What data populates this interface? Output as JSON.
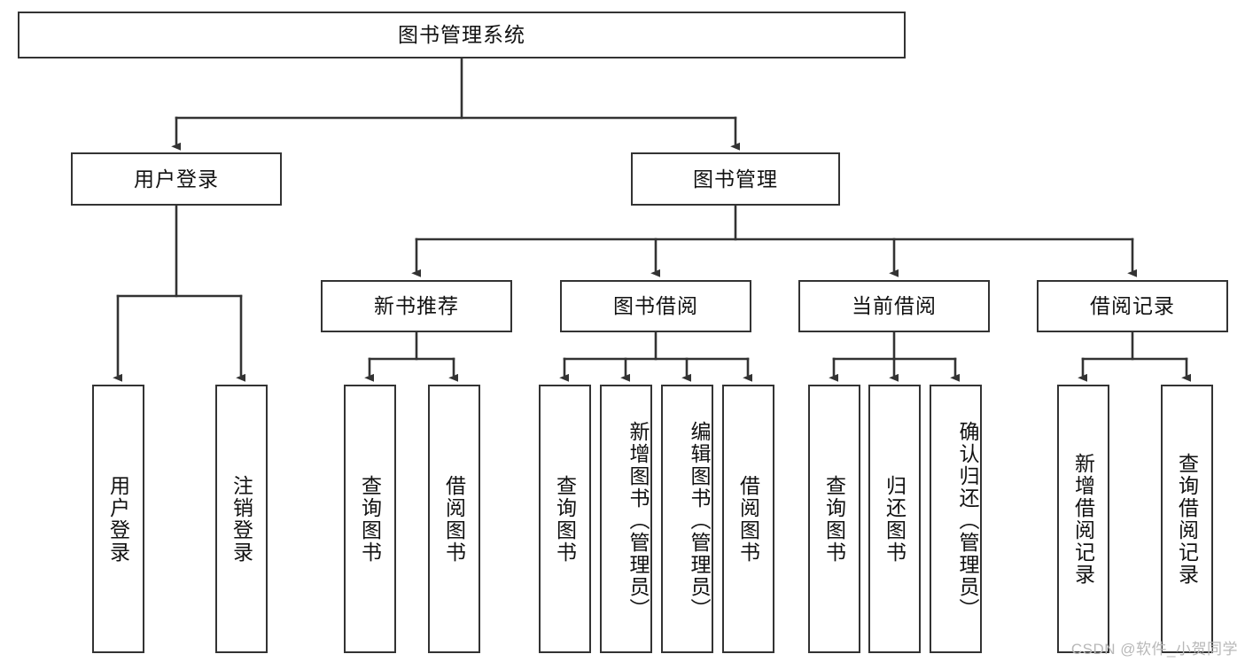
{
  "diagram": {
    "title": "图书管理系统",
    "type": "tree",
    "colors": {
      "stroke": "#333333",
      "box_fill": "#ffffff",
      "text": "#111111",
      "watermark": "#b8b8b8"
    }
  },
  "root": {
    "label": "图书管理系统"
  },
  "level2": [
    {
      "id": "user-login",
      "label": "用户登录"
    },
    {
      "id": "book-manage",
      "label": "图书管理"
    }
  ],
  "level3": [
    {
      "id": "new-book-recommend",
      "label": "新书推荐",
      "parent": "book-manage"
    },
    {
      "id": "book-borrow",
      "label": "图书借阅",
      "parent": "book-manage"
    },
    {
      "id": "current-borrow",
      "label": "当前借阅",
      "parent": "book-manage"
    },
    {
      "id": "borrow-record",
      "label": "借阅记录",
      "parent": "book-manage"
    }
  ],
  "leaves": [
    {
      "id": "leaf-user-login",
      "label": "用户登录",
      "parent": "user-login"
    },
    {
      "id": "leaf-logout",
      "label": "注销登录",
      "parent": "user-login"
    },
    {
      "id": "leaf-query-book-1",
      "label": "查询图书",
      "parent": "new-book-recommend"
    },
    {
      "id": "leaf-borrow-book-1",
      "label": "借阅图书",
      "parent": "new-book-recommend"
    },
    {
      "id": "leaf-query-book-2",
      "label": "查询图书",
      "parent": "book-borrow"
    },
    {
      "id": "leaf-add-book",
      "label": "新增图书（管理员）",
      "parent": "book-borrow"
    },
    {
      "id": "leaf-edit-book",
      "label": "编辑图书（管理员）",
      "parent": "book-borrow"
    },
    {
      "id": "leaf-borrow-book-2",
      "label": "借阅图书",
      "parent": "book-borrow"
    },
    {
      "id": "leaf-query-book-3",
      "label": "查询图书",
      "parent": "current-borrow"
    },
    {
      "id": "leaf-return-book",
      "label": "归还图书",
      "parent": "current-borrow"
    },
    {
      "id": "leaf-confirm-return",
      "label": "确认归还（管理员）",
      "parent": "current-borrow"
    },
    {
      "id": "leaf-add-record",
      "label": "新增借阅记录",
      "parent": "borrow-record"
    },
    {
      "id": "leaf-query-record",
      "label": "查询借阅记录",
      "parent": "borrow-record"
    }
  ],
  "watermark": {
    "text": "CSDN @软件_小贺同学"
  }
}
